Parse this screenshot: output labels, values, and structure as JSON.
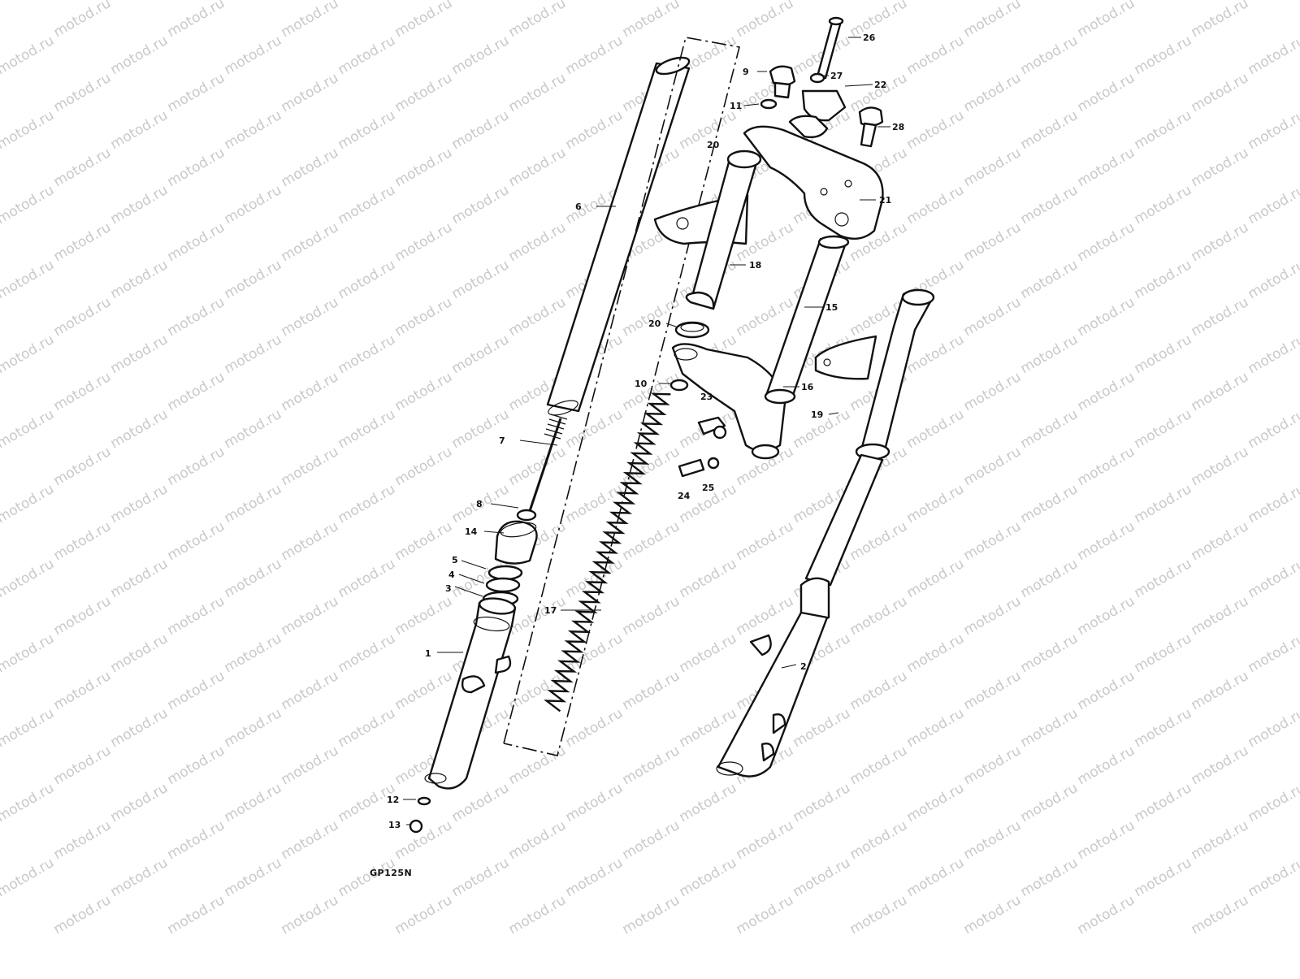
{
  "diagram": {
    "model_code": "GP125N",
    "watermark_text": "motod.ru",
    "callouts": [
      {
        "id": "p1",
        "label": "1"
      },
      {
        "id": "p2",
        "label": "2"
      },
      {
        "id": "p3",
        "label": "3"
      },
      {
        "id": "p4",
        "label": "4"
      },
      {
        "id": "p5",
        "label": "5"
      },
      {
        "id": "p6",
        "label": "6"
      },
      {
        "id": "p7",
        "label": "7"
      },
      {
        "id": "p8",
        "label": "8"
      },
      {
        "id": "p9",
        "label": "9"
      },
      {
        "id": "p10",
        "label": "10"
      },
      {
        "id": "p11",
        "label": "11"
      },
      {
        "id": "p12",
        "label": "12"
      },
      {
        "id": "p13",
        "label": "13"
      },
      {
        "id": "p14",
        "label": "14"
      },
      {
        "id": "p15",
        "label": "15"
      },
      {
        "id": "p16",
        "label": "16"
      },
      {
        "id": "p17",
        "label": "17"
      },
      {
        "id": "p18",
        "label": "18"
      },
      {
        "id": "p19",
        "label": "19"
      },
      {
        "id": "p20a",
        "label": "20"
      },
      {
        "id": "p20b",
        "label": "20"
      },
      {
        "id": "p21",
        "label": "21"
      },
      {
        "id": "p22",
        "label": "22"
      },
      {
        "id": "p23",
        "label": "23"
      },
      {
        "id": "p24",
        "label": "24"
      },
      {
        "id": "p25",
        "label": "25"
      },
      {
        "id": "p26",
        "label": "26"
      },
      {
        "id": "p27",
        "label": "27"
      },
      {
        "id": "p28",
        "label": "28"
      }
    ]
  }
}
